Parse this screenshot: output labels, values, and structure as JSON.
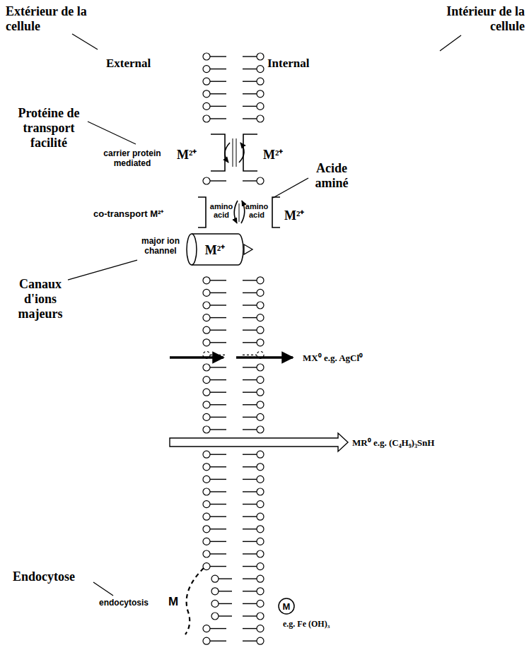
{
  "diagram": {
    "nodes": [
      {
        "text": [
          "M²⁺"
        ]
      },
      {
        "text": [
          "M"
        ]
      }
    ],
    "labels": [
      "Extérieur de la cellule",
      "Intérieur de la cellule",
      "External",
      "Internal",
      "Protéine de transport facilité",
      "carrier protein mediated",
      "M²⁺",
      "M²⁺",
      "Acide aminé",
      "co-transport M²⁺",
      "amino acid",
      "amino acid",
      "M²⁺",
      "major ion channel",
      "Canaux d'ions majeurs",
      "MX⁰ e.g. AgCl⁰",
      "MR⁰ e.g. (C₄H₉)₃SnH",
      "Endocytose",
      "endocytosis",
      "M",
      "e.g. Fe (OH)₃"
    ]
  }
}
